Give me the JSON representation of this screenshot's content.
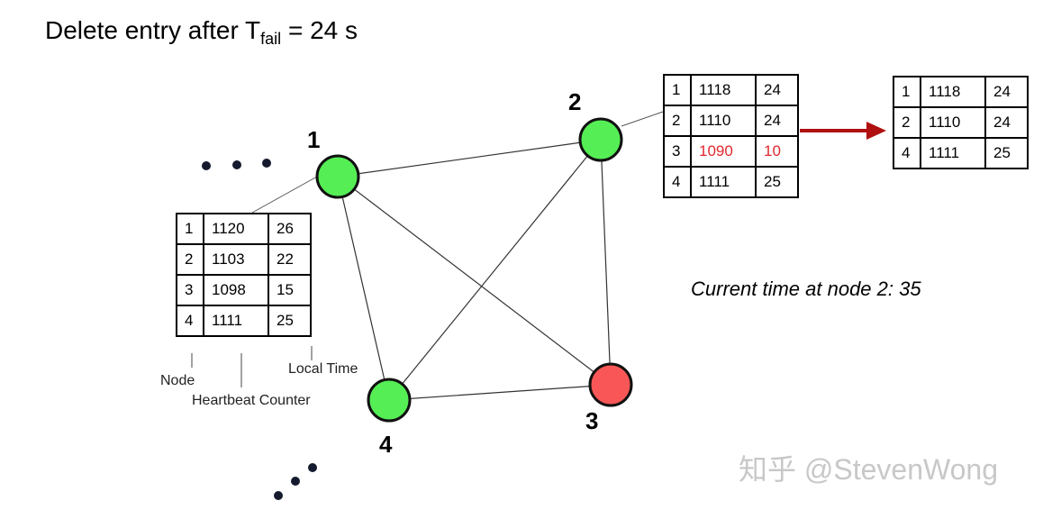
{
  "title": {
    "text": "Delete entry after T",
    "subscript": "fail",
    "suffix": " = 24 s"
  },
  "nodes": {
    "node1": {
      "label": "1",
      "status": "alive",
      "color": "#55ee55"
    },
    "node2": {
      "label": "2",
      "status": "alive",
      "color": "#55ee55"
    },
    "node3": {
      "label": "3",
      "status": "failed",
      "color": "#f95757"
    },
    "node4": {
      "label": "4",
      "status": "alive",
      "color": "#55ee55"
    }
  },
  "tables": {
    "node1_table": [
      {
        "node": "1",
        "counter": "1120",
        "time": "26"
      },
      {
        "node": "2",
        "counter": "1103",
        "time": "22"
      },
      {
        "node": "3",
        "counter": "1098",
        "time": "15"
      },
      {
        "node": "4",
        "counter": "1111",
        "time": "25"
      }
    ],
    "node2_table_before": [
      {
        "node": "1",
        "counter": "1118",
        "time": "24"
      },
      {
        "node": "2",
        "counter": "1110",
        "time": "24"
      },
      {
        "node": "3",
        "counter": "1090",
        "time": "10",
        "highlight": true
      },
      {
        "node": "4",
        "counter": "1111",
        "time": "25"
      }
    ],
    "node2_table_after": [
      {
        "node": "1",
        "counter": "1118",
        "time": "24"
      },
      {
        "node": "2",
        "counter": "1110",
        "time": "24"
      },
      {
        "node": "4",
        "counter": "1111",
        "time": "25"
      }
    ]
  },
  "column_labels": {
    "node": "Node",
    "heartbeat_counter": "Heartbeat Counter",
    "local_time": "Local Time"
  },
  "current_time_text": "Current time at node 2: 35",
  "watermark": "知乎 @StevenWong",
  "colors": {
    "alive": "#55ee55",
    "failed": "#f95757",
    "arrow": "#b01010",
    "highlight_text": "#e0282e"
  }
}
